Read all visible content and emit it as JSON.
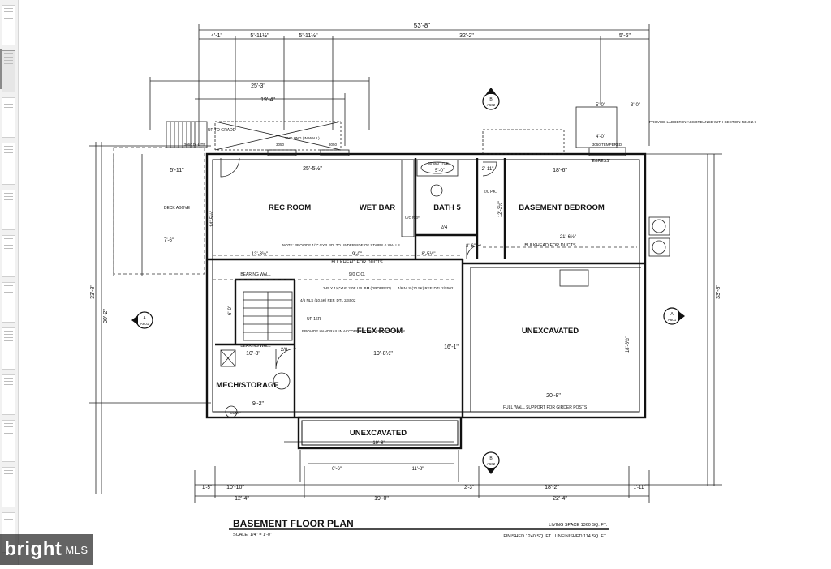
{
  "title": "BASEMENT FLOOR PLAN",
  "scale": "SCALE: 1/4\" = 1'-0\"",
  "areas": {
    "living": "LIVING SPACE  1360 SQ. FT.",
    "finished": "FINISHED  1240 SQ. FT.",
    "unfinished": "UNFINISHED  114 SQ. FT."
  },
  "rooms": {
    "rec": "REC ROOM",
    "wetbar": "WET BAR",
    "bath": "BATH 5",
    "bedroom": "BASEMENT BEDROOM",
    "flex": "FLEX ROOM",
    "unexc_right": "UNEXCAVATED",
    "unexc_bottom": "UNEXCAVATED",
    "mech": "MECH/STORAGE",
    "deck": "DECK ABOVE"
  },
  "dims": {
    "overall": "53'-8\"",
    "d41": "4'-1\"",
    "d511a": "5'-11½\"",
    "d511b": "5'-11½\"",
    "d322": "32'-2\"",
    "d56": "5'-6\"",
    "d253": "25'-3\"",
    "d194": "19'-4\"",
    "d25_5": "25'-5½\"",
    "d50": "5'-0\"",
    "d186": "18'-6\"",
    "d511": "5'-11\"",
    "d211": "2'-11\"",
    "d540": "5'-0\"",
    "d30": "3'-0\"",
    "d40": "4'-0\"",
    "d3052": "3050",
    "d13": "13'-3½\"",
    "d90": "9'-0\"",
    "d85": "8'-5½\"",
    "d21": "21'-6½\"",
    "d196": "19'-8½\"",
    "d161": "16'-1\"",
    "d208": "20'-8\"",
    "d198": "19'-8\"",
    "d92": "9'-2\"",
    "d108": "10'-8\"",
    "d1010": "10'-10\"",
    "d124": "12'-4\"",
    "d190": "19'-0\"",
    "d182": "18'-2\"",
    "d224": "22'-4\"",
    "d66": "6'-6\"",
    "d118": "11'-8\"",
    "d190b": "19'-0\"",
    "d302": "30'-2\"",
    "d338": "33'-8\"",
    "d338r": "33'-8\"",
    "d145": "14'-5½\"",
    "d122": "12'-3½\"",
    "d186v": "18'-6½\"",
    "d75": "7'-6\"",
    "d15": "1'-5\"",
    "d111": "1'-11\"",
    "d23": "2'-3\"",
    "d26": "2'-6\"",
    "d24": "2/4",
    "d28": "2/8",
    "d60": "6'-0\""
  },
  "notes": {
    "bulkhead_left": "BULKHEAD FOR DUCTS",
    "bulkhead_right": "BULKHEAD FOR DUCTS",
    "co": "9/0 C.O.",
    "bearing1": "BEARING WALL",
    "bearing2": "BEARING WALL",
    "stair": "NOTE: PROVIDE 1/2\" GYP. BD. TO UNDERSIDE OF STAIRS & WALLS",
    "handrail": "PROVIDE HANDRAIL IN ACCORDANCE W/ SECTION 311.7.8",
    "fullwall": "FULL WALL SUPPORT FOR GIRDER POSTS",
    "ladder": "PROVIDE LADDER IN ACCORDANCE WITH SECTION R310.2.7",
    "egress": "*EGRESS*",
    "grade": "UP TO GRADE",
    "beam": "2-PLY 1¾\"x16\" 2.0E LVL BM (DROPPED)",
    "nls1": "4/6 NLS (10.5K) REF. DTL 2/S502",
    "nls2": "4/6 NLS (10.5K) REF. DTL 2/S502",
    "up16r": "UP 16R",
    "tub": "30\"x60\" TUB",
    "wc": "2/0 PK.",
    "ucref": "U/C REF",
    "sump": "SUMP",
    "dh1": "3050",
    "dh2": "3050",
    "dh3": "3060 D.-LITE",
    "dh4": "3050 TEMPERED",
    "dh5": "3070 HNG (IN WALL)"
  },
  "markers": {
    "top": {
      "letter": "B",
      "sheet": "A602"
    },
    "left": {
      "letter": "A",
      "sheet": "A601"
    },
    "right": {
      "letter": "A",
      "sheet": "A601"
    },
    "bottom": {
      "letter": "B",
      "sheet": "A602"
    }
  },
  "watermark": "bright",
  "watermark_sub": "MLS"
}
